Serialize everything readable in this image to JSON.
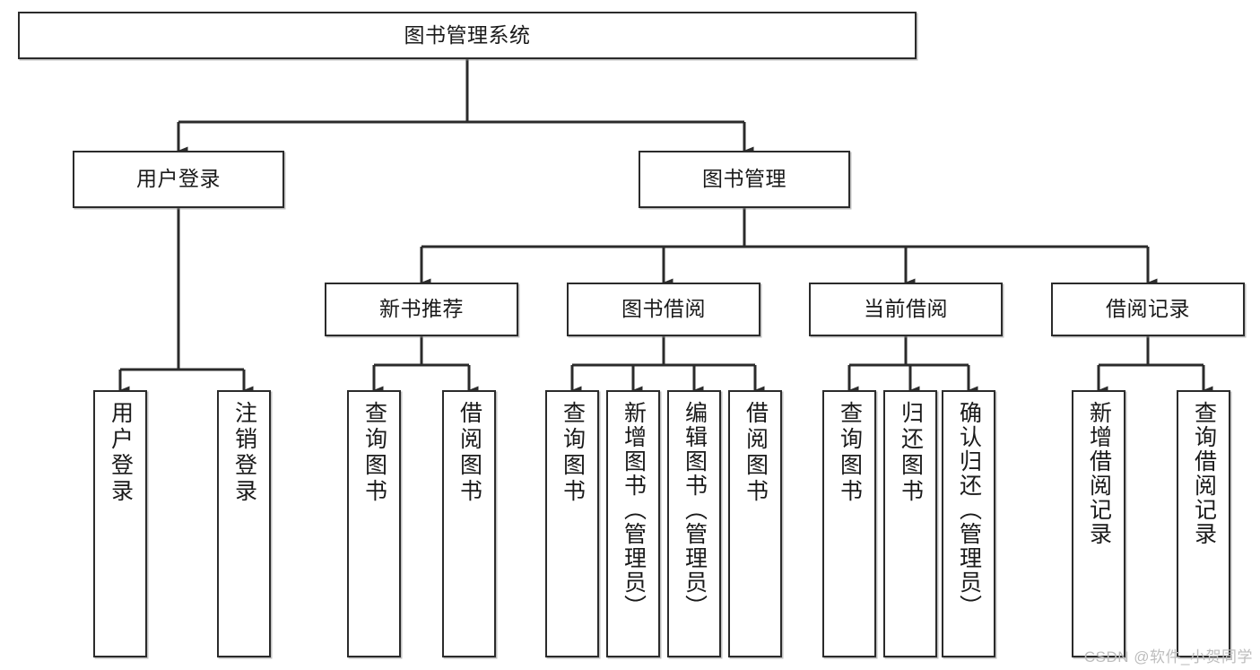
{
  "diagram": {
    "title": "图书管理系统",
    "type": "功能结构图",
    "watermark": "CSDN @软件_小贺同学",
    "colors": {
      "border": "#2b2b2b",
      "background": "#ffffff",
      "text": "#1a1a1a",
      "watermark": "#bdbdbd"
    },
    "root": {
      "label": "图书管理系统"
    },
    "level2": [
      {
        "label": "用户登录"
      },
      {
        "label": "图书管理"
      }
    ],
    "level3": [
      {
        "label": "新书推荐"
      },
      {
        "label": "图书借阅"
      },
      {
        "label": "当前借阅"
      },
      {
        "label": "借阅记录"
      }
    ],
    "leaves": {
      "user_login": [
        {
          "label": "用户登录"
        },
        {
          "label": "注销登录"
        }
      ],
      "new_book_recommend": [
        {
          "label": "查询图书"
        },
        {
          "label": "借阅图书"
        }
      ],
      "book_borrow": [
        {
          "label": "查询图书"
        },
        {
          "label": "新增图书（管理员）"
        },
        {
          "label": "编辑图书（管理员）"
        },
        {
          "label": "借阅图书"
        }
      ],
      "current_borrow": [
        {
          "label": "查询图书"
        },
        {
          "label": "归还图书"
        },
        {
          "label": "确认归还（管理员）"
        }
      ],
      "borrow_record": [
        {
          "label": "新增借阅记录"
        },
        {
          "label": "查询借阅记录"
        }
      ]
    }
  }
}
